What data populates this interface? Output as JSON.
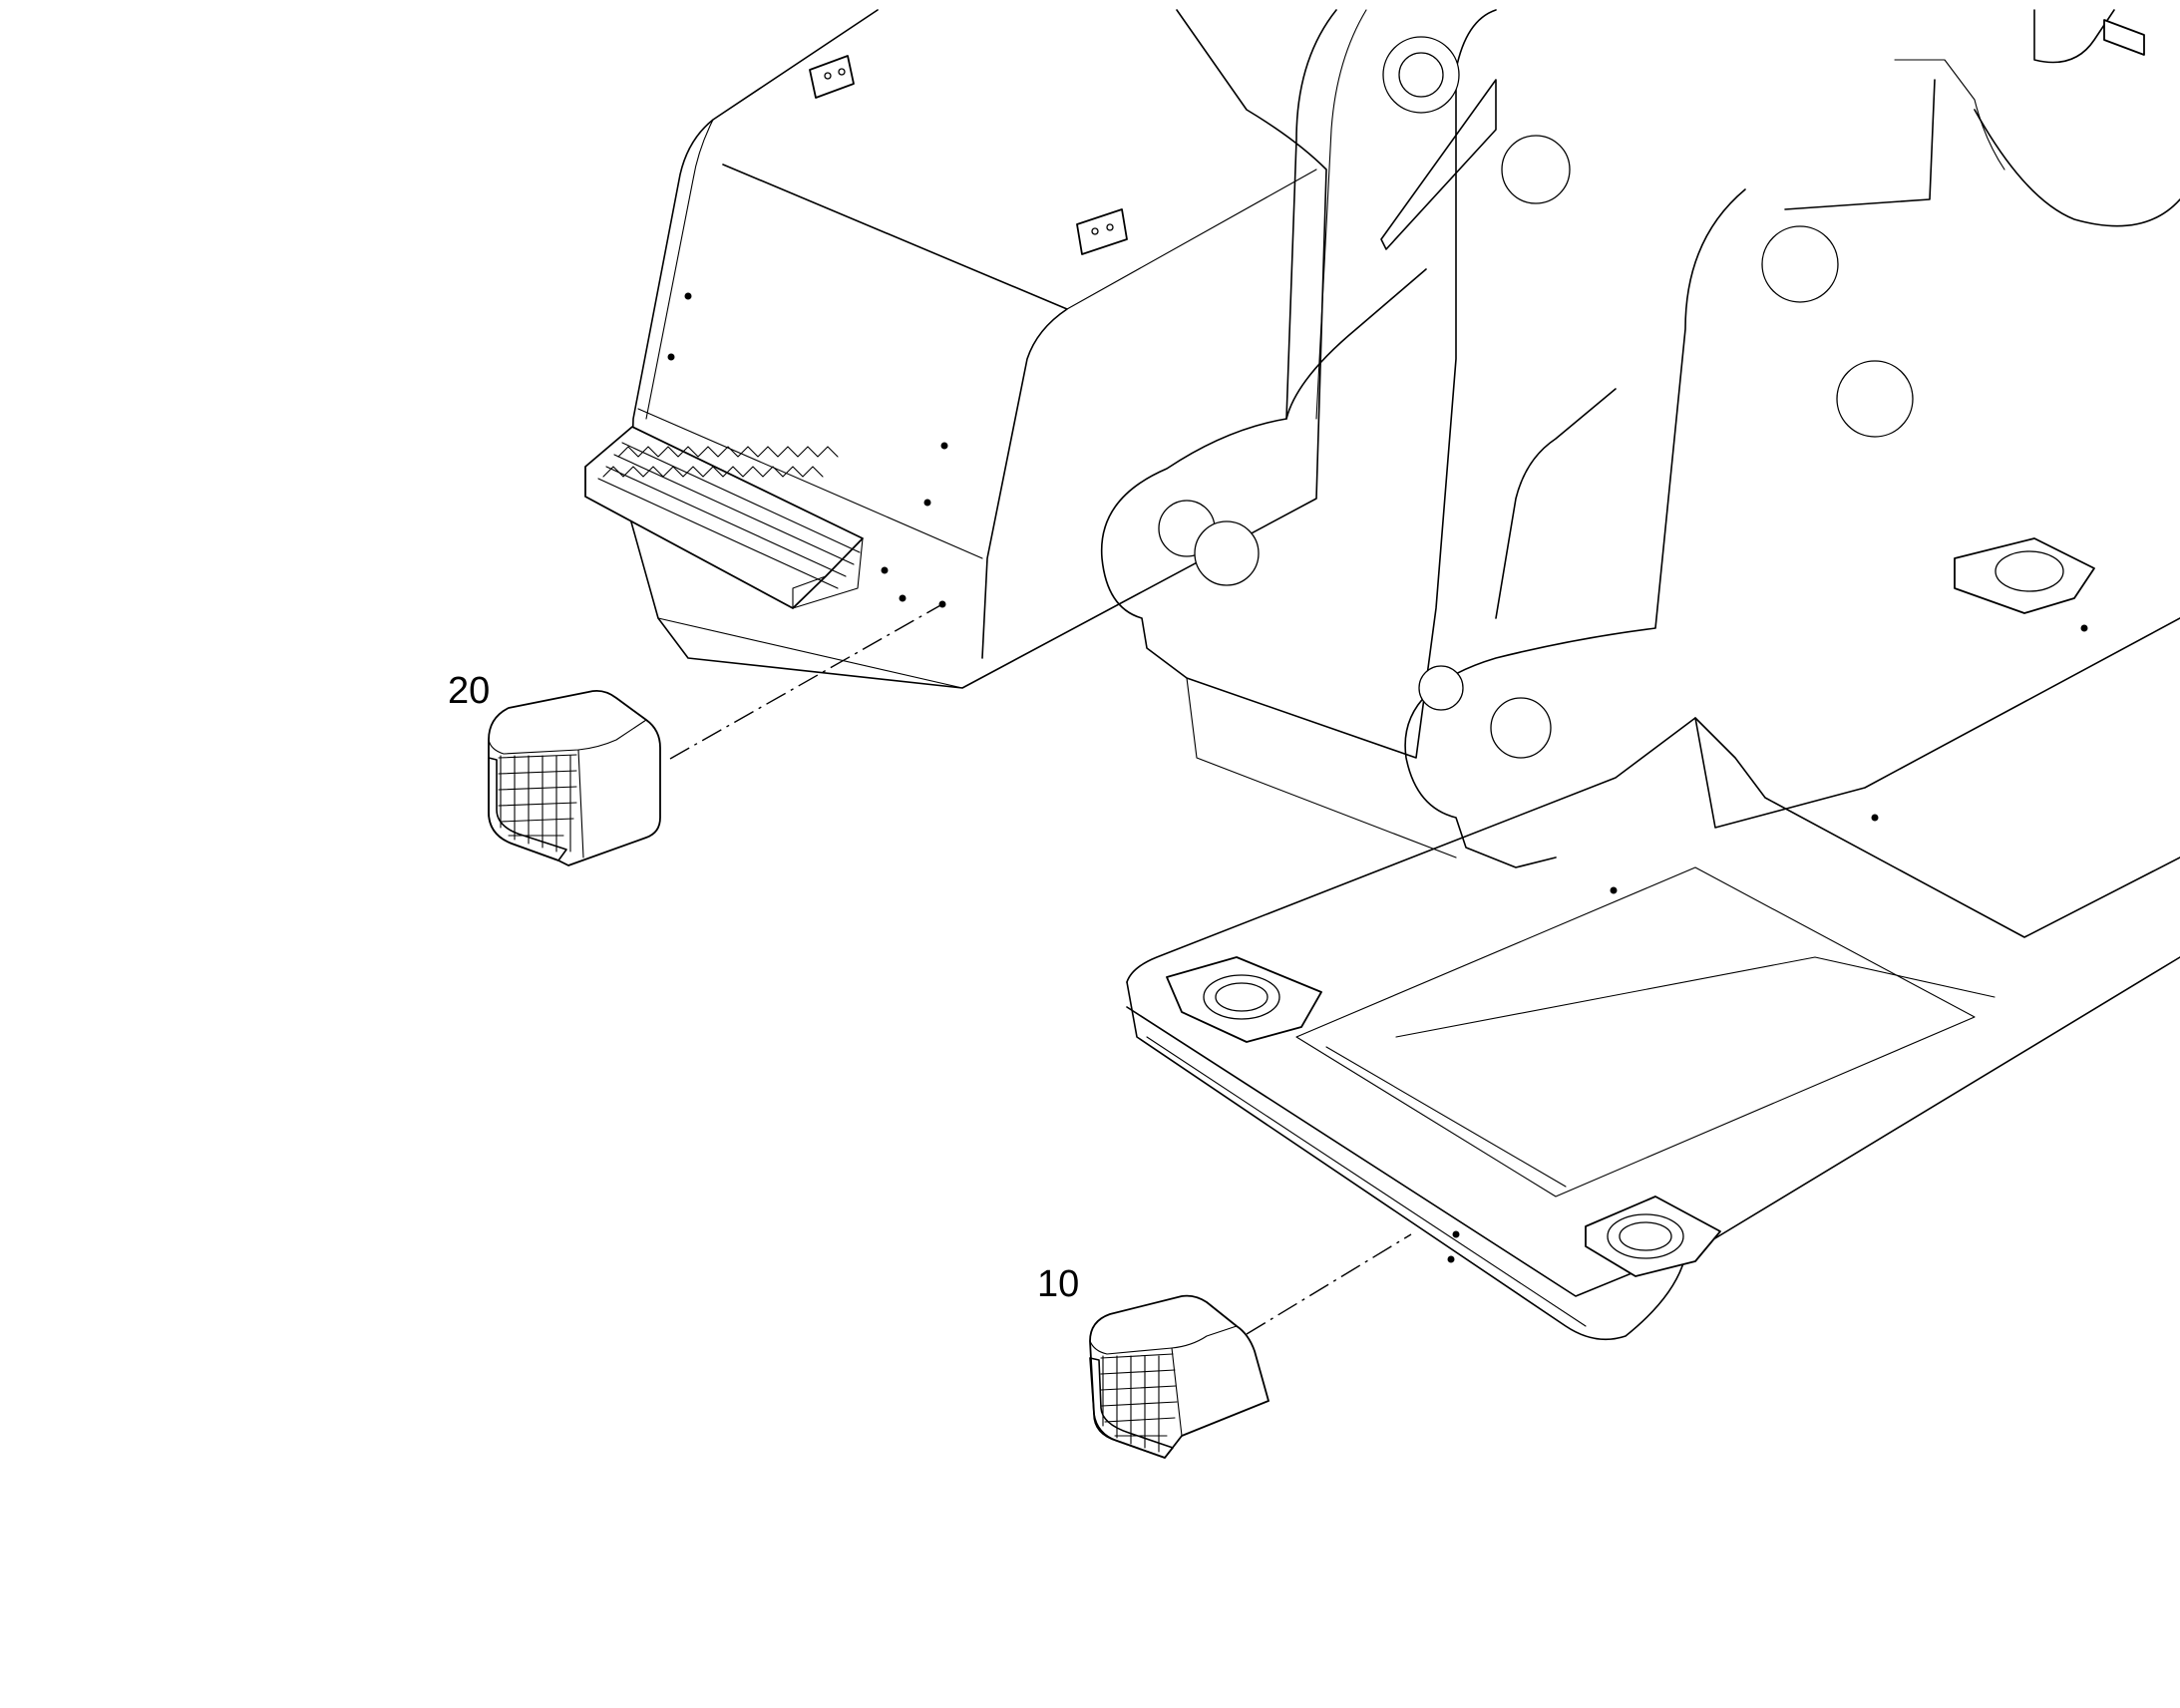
{
  "callouts": [
    {
      "id": "part-20",
      "label": "20"
    },
    {
      "id": "part-10",
      "label": "10"
    }
  ]
}
